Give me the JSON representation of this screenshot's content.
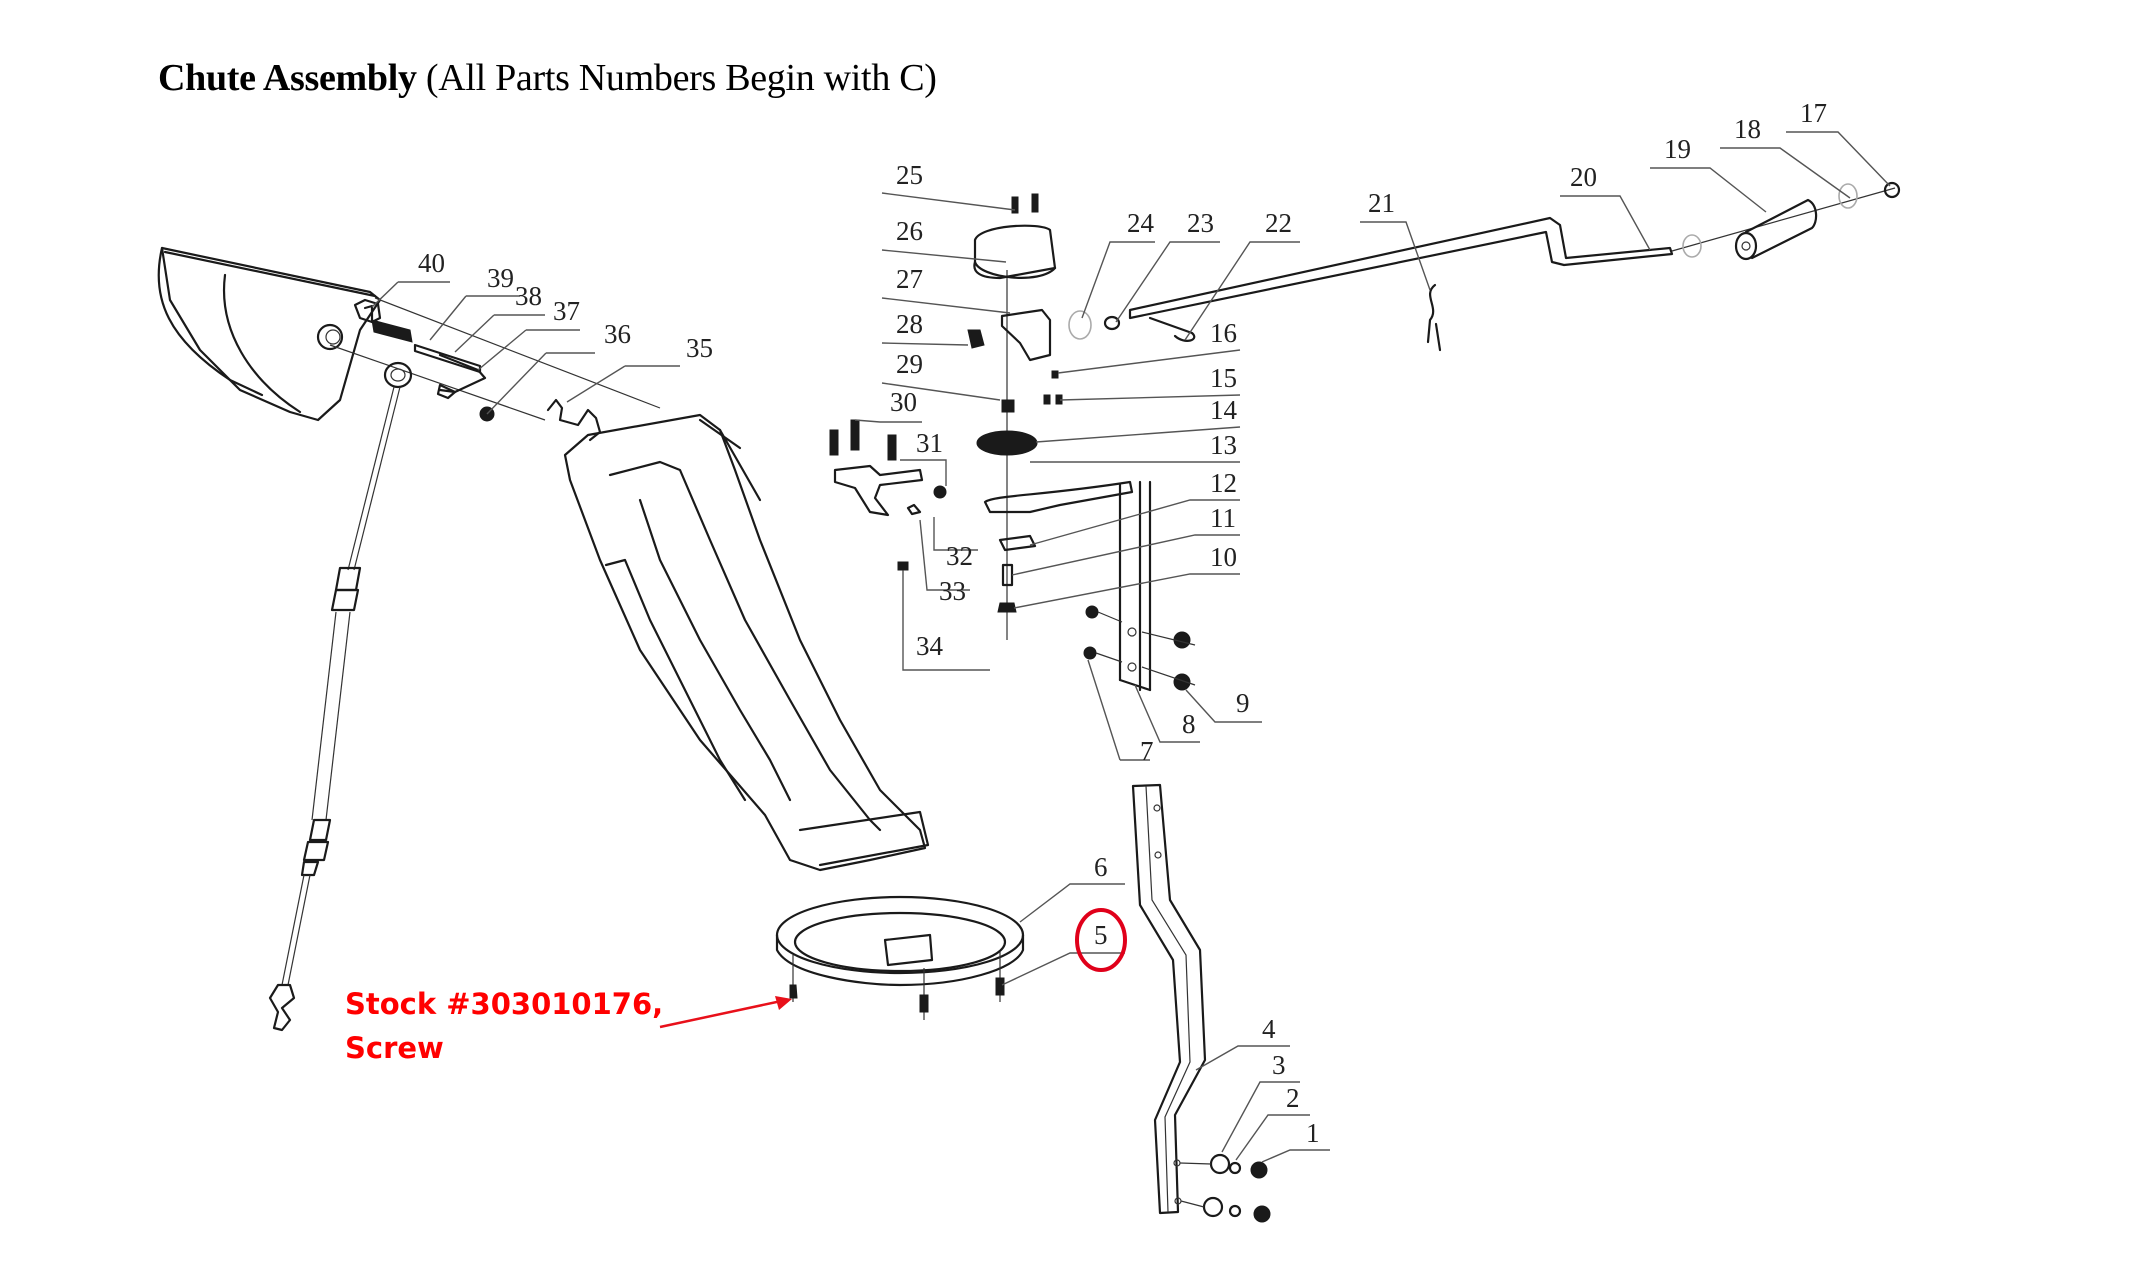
{
  "title": {
    "bold": "Chute Assembly",
    "regular": " (All Parts Numbers Begin with C)"
  },
  "callout": {
    "line1": "Stock #303010176,",
    "line2": "Screw",
    "color": "#ff0000",
    "highlighted_part": "5"
  },
  "parts": {
    "p1": "1",
    "p2": "2",
    "p3": "3",
    "p4": "4",
    "p5": "5",
    "p6": "6",
    "p7": "7",
    "p8": "8",
    "p9": "9",
    "p10": "10",
    "p11": "11",
    "p12": "12",
    "p13": "13",
    "p14": "14",
    "p15": "15",
    "p16": "16",
    "p17": "17",
    "p18": "18",
    "p19": "19",
    "p20": "20",
    "p21": "21",
    "p22": "22",
    "p23": "23",
    "p24": "24",
    "p25": "25",
    "p26": "26",
    "p27": "27",
    "p28": "28",
    "p29": "29",
    "p30": "30",
    "p31": "31",
    "p32": "32",
    "p33": "33",
    "p34": "34",
    "p35": "35",
    "p36": "36",
    "p37": "37",
    "p38": "38",
    "p39": "39",
    "p40": "40"
  }
}
